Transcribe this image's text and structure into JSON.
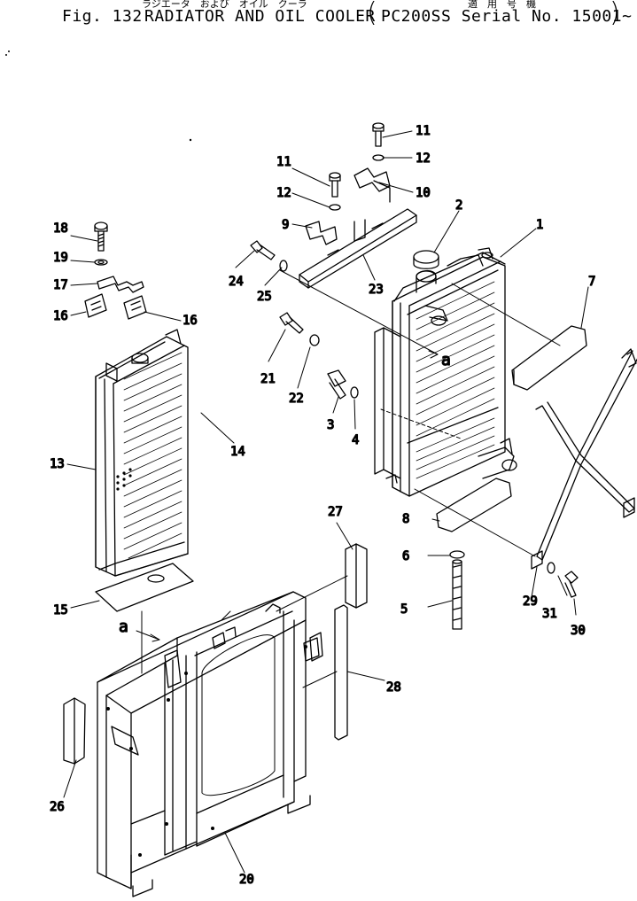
{
  "header": {
    "jp_title": "ラジエータ　および　オイル　クーラ",
    "jp_serial": "適　用　号　機",
    "fig_label": "Fig. 132",
    "title": "RADIATOR AND OIL COOLER",
    "model_serial": "PC200SS Serial No. 15001~"
  },
  "callouts": [
    "1",
    "2",
    "3",
    "4",
    "5",
    "6",
    "7",
    "8",
    "9",
    "10",
    "11",
    "11",
    "12",
    "12",
    "13",
    "14",
    "15",
    "16",
    "16",
    "17",
    "18",
    "19",
    "20",
    "21",
    "22",
    "23",
    "24",
    "25",
    "26",
    "27",
    "28",
    "29",
    "30",
    "31"
  ],
  "refs": [
    "a",
    "a"
  ]
}
